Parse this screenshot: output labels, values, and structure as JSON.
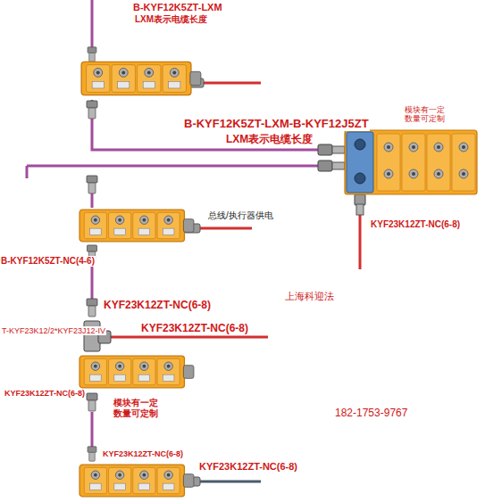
{
  "diagram": {
    "labels": [
      "B-KYF12K5ZT-LXM",
      "LXM表示电缆长度",
      "B-KYF12K5ZT-LXM-B-KYF12J5ZT",
      "LXM表示电缆长度",
      "模块有一定 数量可定制",
      "总线/执行器供电",
      "B-KYF12K5ZT-NC(4-6)",
      "KYF23K12ZT-NC(6-8)",
      "KYF23K12ZT-NC(6-8)",
      "上海科迎法",
      "KYF23K12ZT-NC(6-8)",
      "T-KYF23K12/2*KYF23J12-IV",
      "KYF23K12ZT-NC(6-8)",
      "模块有一定 数量可定制",
      "182-1753-9767",
      "KYF23K12ZT-NC(6-8)",
      "KYF23K12ZT-NC(6-8)"
    ]
  }
}
